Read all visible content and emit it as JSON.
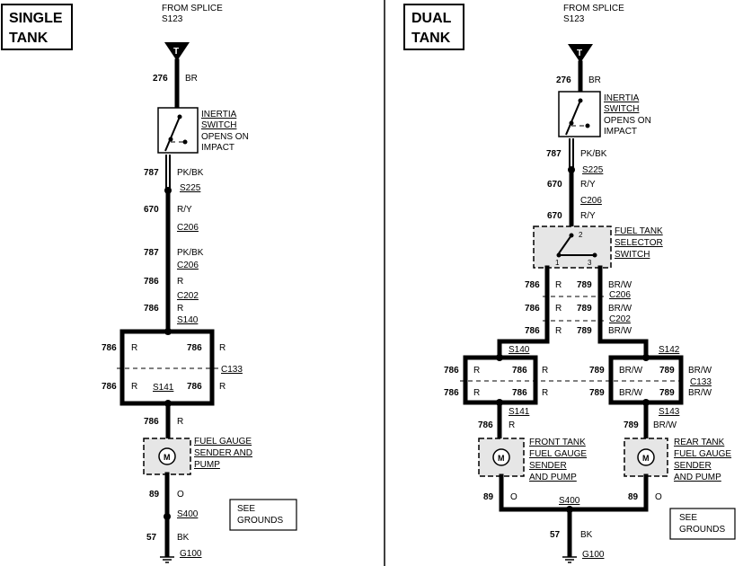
{
  "single": {
    "title_line1": "SINGLE",
    "title_line2": "TANK",
    "from_line1": "FROM SPLICE",
    "from_line2": "S123",
    "terminal": "T",
    "w276": "276",
    "c_br": "BR",
    "inertia_line1": "INERTIA",
    "inertia_line2": "SWITCH",
    "inertia_line3": "OPENS ON",
    "inertia_line4": "IMPACT",
    "w787a": "787",
    "c_pkbk_a": "PK/BK",
    "s225": "S225",
    "w670": "670",
    "c_ry": "R/Y",
    "c206a": "C206",
    "w787b": "787",
    "c_pkbk_b": "PK/BK",
    "c206b": "C206",
    "w786a": "786",
    "c_r_a": "R",
    "c202": "C202",
    "w786b": "786",
    "c_r_b": "R",
    "s140": "S140",
    "w786_ul": "786",
    "c_r_ul": "R",
    "w786_ur": "786",
    "c_r_ur": "R",
    "c133": "C133",
    "w786_ll": "786",
    "c_r_ll": "R",
    "s141": "S141",
    "w786_lr": "786",
    "c_r_lr": "R",
    "w786c": "786",
    "c_r_c": "R",
    "motor": "M",
    "gauge_line1": "FUEL GAUGE",
    "gauge_line2": "SENDER AND",
    "gauge_line3": "PUMP",
    "w89": "89",
    "c_o": "O",
    "s400": "S400",
    "w57": "57",
    "c_bk": "BK",
    "g100": "G100",
    "see_line1": "SEE",
    "see_line2": "GROUNDS"
  },
  "dual": {
    "title_line1": "DUAL",
    "title_line2": "TANK",
    "from_line1": "FROM SPLICE",
    "from_line2": "S123",
    "terminal": "T",
    "w276": "276",
    "c_br": "BR",
    "inertia_line1": "INERTIA",
    "inertia_line2": "SWITCH",
    "inertia_line3": "OPENS ON",
    "inertia_line4": "IMPACT",
    "w787": "787",
    "c_pkbk": "PK/BK",
    "s225": "S225",
    "w670a": "670",
    "c_ry_a": "R/Y",
    "c206a": "C206",
    "w670b": "670",
    "c_ry_b": "R/Y",
    "sel_line1": "FUEL TANK",
    "sel_line2": "SELECTOR",
    "sel_line3": "SWITCH",
    "pin1": "1",
    "pin2": "2",
    "pin3": "3",
    "w786a": "786",
    "c_r_a": "R",
    "w789a": "789",
    "c_brw_a": "BR/W",
    "c206b": "C206",
    "w786b": "786",
    "c_r_b": "R",
    "w789b": "789",
    "c_brw_b": "BR/W",
    "c202": "C202",
    "w786c": "786",
    "c_r_c": "R",
    "w789c": "789",
    "c_brw_c": "BR/W",
    "s140": "S140",
    "s142": "S142",
    "w786_ul": "786",
    "c_r_ul": "R",
    "w786_ur": "786",
    "c_r_ur": "R",
    "w789_ul": "789",
    "c_brw_ul": "BR/W",
    "w789_ur": "789",
    "c_brw_ur": "BR/W",
    "c133": "C133",
    "w786_ll": "786",
    "c_r_ll": "R",
    "w786_lr": "786",
    "c_r_lr": "R",
    "w789_ll": "789",
    "c_brw_ll": "BR/W",
    "w789_lr": "789",
    "c_brw_lr": "BR/W",
    "s141": "S141",
    "s143": "S143",
    "w786d": "786",
    "c_r_d": "R",
    "w789d": "789",
    "c_brw_d": "BR/W",
    "motor": "M",
    "front_line1": "FRONT TANK",
    "front_line2": "FUEL GAUGE",
    "front_line3": "SENDER",
    "front_line4": "AND PUMP",
    "rear_line1": "REAR TANK",
    "rear_line2": "FUEL GAUGE",
    "rear_line3": "SENDER",
    "rear_line4": "AND PUMP",
    "w89a": "89",
    "c_o_a": "O",
    "w89b": "89",
    "c_o_b": "O",
    "s400": "S400",
    "w57": "57",
    "c_bk": "BK",
    "g100": "G100",
    "see_line1": "SEE",
    "see_line2": "GROUNDS"
  }
}
